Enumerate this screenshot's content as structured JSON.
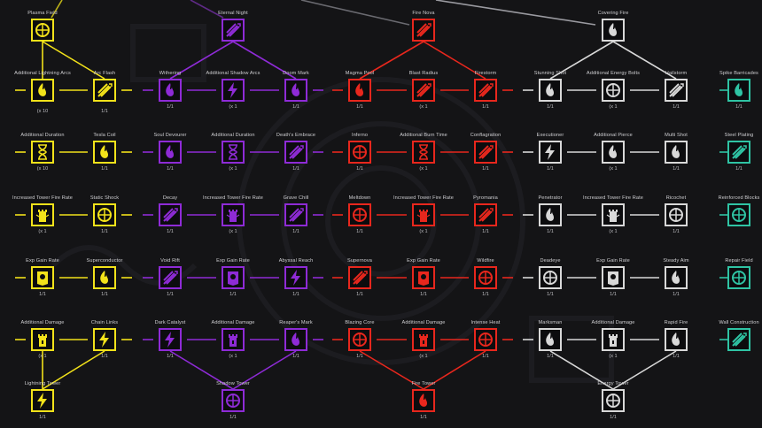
{
  "colors": {
    "yellow": "#f2e21a",
    "purple": "#8e2bd6",
    "red": "#e8271d",
    "white": "#d8d8d8",
    "teal": "#2fc4a4",
    "bg": "#141416"
  },
  "trees": [
    {
      "name": "lightning",
      "color": "yellow",
      "nodes": [
        {
          "id": "plasma-field",
          "label": "Plasma Field",
          "count": "",
          "icon": "plasma-field-icon"
        },
        {
          "id": "additional-lightning-arcs",
          "label": "Additional Lightning Arcs",
          "count": "",
          "icon": "lightning-arcs-icon"
        },
        {
          "id": "arc-flash",
          "label": "Arc Flash",
          "count": "",
          "icon": "arc-flash-icon"
        },
        {
          "id": "l-arcs-count",
          "label": "",
          "count": "(x 10",
          "icon": ""
        },
        {
          "id": "arc-flash-count",
          "label": "",
          "count": "1/1",
          "icon": ""
        },
        {
          "id": "additional-duration-l",
          "label": "Additional Duration",
          "count": "(x 10",
          "icon": "hourglass-icon"
        },
        {
          "id": "tesla-coil",
          "label": "Tesla Coil",
          "count": "1/1",
          "icon": "tesla-coil-icon"
        },
        {
          "id": "increased-tower-fire-rate-l",
          "label": "Increased Tower Fire Rate",
          "count": "(x 1",
          "icon": "tower-fire-rate-icon"
        },
        {
          "id": "static-shock",
          "label": "Static Shock",
          "count": "1/1",
          "icon": "static-shock-icon"
        },
        {
          "id": "exp-gain-rate-l",
          "label": "Exp Gain Rate",
          "count": "1/1",
          "icon": "exp-gain-icon"
        },
        {
          "id": "superconductor",
          "label": "Superconductor",
          "count": "1/1",
          "icon": "superconductor-icon"
        },
        {
          "id": "additional-damage-l",
          "label": "Additional Damage",
          "count": "(x 1",
          "icon": "damage-tower-icon"
        },
        {
          "id": "chain-links",
          "label": "Chain Links",
          "count": "1/1",
          "icon": "chain-links-icon"
        },
        {
          "id": "lightning-tower",
          "label": "Lightning Tower",
          "count": "1/1",
          "icon": "lightning-tower-icon"
        }
      ]
    },
    {
      "name": "shadow",
      "color": "purple",
      "nodes": [
        {
          "id": "eternal-night",
          "label": "Eternal Night",
          "count": "",
          "icon": "crescent-moon-icon"
        },
        {
          "id": "withering",
          "label": "Withering",
          "count": "1/1",
          "icon": "withering-rose-icon"
        },
        {
          "id": "additional-shadow-arcs",
          "label": "Additional Shadow Arcs",
          "count": "(x 1",
          "icon": "shadow-arcs-icon"
        },
        {
          "id": "doom-mark",
          "label": "Doom Mark",
          "count": "1/1",
          "icon": "skull-mark-icon"
        },
        {
          "id": "soul-devourer",
          "label": "Soul Devourer",
          "count": "1/1",
          "icon": "demon-face-icon"
        },
        {
          "id": "additional-duration-s",
          "label": "Additional Duration",
          "count": "(x 1",
          "icon": "hourglass-icon"
        },
        {
          "id": "deaths-embrace",
          "label": "Death's Embrace",
          "count": "1/1",
          "icon": "hooded-figure-icon"
        },
        {
          "id": "decay",
          "label": "Decay",
          "count": "1/1",
          "icon": "poison-bottle-icon"
        },
        {
          "id": "increased-tower-fire-rate-s",
          "label": "Increased Tower Fire Rate",
          "count": "(x 1",
          "icon": "tower-fire-rate-icon"
        },
        {
          "id": "grave-chill",
          "label": "Grave Chill",
          "count": "1/1",
          "icon": "tombstone-icon"
        },
        {
          "id": "void-rift",
          "label": "Void Rift",
          "count": "1/1",
          "icon": "void-star-icon"
        },
        {
          "id": "exp-gain-rate-s",
          "label": "Exp Gain Rate",
          "count": "1/1",
          "icon": "exp-gain-icon"
        },
        {
          "id": "abyssal-reach",
          "label": "Abyssal Reach",
          "count": "1/1",
          "icon": "abyssal-orb-icon"
        },
        {
          "id": "dark-catalyst",
          "label": "Dark Catalyst",
          "count": "1/1",
          "icon": "potion-sack-icon"
        },
        {
          "id": "additional-damage-s",
          "label": "Additional Damage",
          "count": "(x 1",
          "icon": "damage-tower-icon"
        },
        {
          "id": "reapers-mark",
          "label": "Reaper's Mark",
          "count": "1/1",
          "icon": "scythe-icon"
        },
        {
          "id": "shadow-tower",
          "label": "Shadow Tower",
          "count": "1/1",
          "icon": "shadow-tower-icon"
        }
      ]
    },
    {
      "name": "fire",
      "color": "red",
      "nodes": [
        {
          "id": "fire-nova",
          "label": "Fire Nova",
          "count": "",
          "icon": "fire-nova-icon"
        },
        {
          "id": "magma-pool",
          "label": "Magma Pool",
          "count": "1/1",
          "icon": "magma-pool-icon"
        },
        {
          "id": "blast-radius",
          "label": "Blast Radius",
          "count": "(x 1",
          "icon": "explosion-icon"
        },
        {
          "id": "firestorm",
          "label": "Firestorm",
          "count": "1/1",
          "icon": "firestorm-icon"
        },
        {
          "id": "inferno",
          "label": "Inferno",
          "count": "1/1",
          "icon": "inferno-ring-icon"
        },
        {
          "id": "additional-burn-time",
          "label": "Additional Burn Time",
          "count": "(x 1",
          "icon": "hourglass-icon"
        },
        {
          "id": "conflagration",
          "label": "Conflagration",
          "count": "1/1",
          "icon": "conflagration-icon"
        },
        {
          "id": "meltdown",
          "label": "Meltdown",
          "count": "1/1",
          "icon": "meltdown-icon"
        },
        {
          "id": "increased-tower-fire-rate-f",
          "label": "Increased Tower Fire Rate",
          "count": "(x 1",
          "icon": "tower-fire-rate-icon"
        },
        {
          "id": "pyromania",
          "label": "Pyromania",
          "count": "1/1",
          "icon": "pyromania-icon"
        },
        {
          "id": "supernova",
          "label": "Supernova",
          "count": "1/1",
          "icon": "supernova-icon"
        },
        {
          "id": "exp-gain-rate-f",
          "label": "Exp Gain Rate",
          "count": "1/1",
          "icon": "exp-gain-icon"
        },
        {
          "id": "wildfire",
          "label": "Wildfire",
          "count": "1/1",
          "icon": "wildfire-icon"
        },
        {
          "id": "blazing-core",
          "label": "Blazing Core",
          "count": "1/1",
          "icon": "blazing-core-icon"
        },
        {
          "id": "additional-damage-f",
          "label": "Additional Damage",
          "count": "(x 1",
          "icon": "damage-tower-icon"
        },
        {
          "id": "intense-heat",
          "label": "Intense Heat",
          "count": "1/1",
          "icon": "flame-shield-icon"
        },
        {
          "id": "fire-tower",
          "label": "Fire Tower",
          "count": "1/1",
          "icon": "fire-tower-icon"
        }
      ]
    },
    {
      "name": "energy",
      "color": "white",
      "nodes": [
        {
          "id": "covering-fire",
          "label": "Covering Fire",
          "count": "",
          "icon": "shield-icon"
        },
        {
          "id": "stunning-shot",
          "label": "Stunning Shot",
          "count": "1/1",
          "icon": "stun-burst-icon"
        },
        {
          "id": "additional-energy-bolts",
          "label": "Additional Energy Bolts",
          "count": "(x 1",
          "icon": "energy-bolts-icon"
        },
        {
          "id": "hailstorm",
          "label": "Hailstorm",
          "count": "1/1",
          "icon": "hailstorm-icon"
        },
        {
          "id": "executioner",
          "label": "Executioner",
          "count": "1/1",
          "icon": "executioner-icon"
        },
        {
          "id": "additional-pierce",
          "label": "Additional Pierce",
          "count": "(x 1",
          "icon": "pierce-icon"
        },
        {
          "id": "multi-shot",
          "label": "Multi Shot",
          "count": "1/1",
          "icon": "multi-shot-icon"
        },
        {
          "id": "penetrator",
          "label": "Penetrator",
          "count": "1/1",
          "icon": "penetrator-icon"
        },
        {
          "id": "increased-tower-fire-rate-e",
          "label": "Increased Tower Fire Rate",
          "count": "(x 1",
          "icon": "tower-fire-rate-icon"
        },
        {
          "id": "ricochet",
          "label": "Ricochet",
          "count": "1/1",
          "icon": "ricochet-icon"
        },
        {
          "id": "deadeye",
          "label": "Deadeye",
          "count": "1/1",
          "icon": "deadeye-mask-icon"
        },
        {
          "id": "exp-gain-rate-e",
          "label": "Exp Gain Rate",
          "count": "1/1",
          "icon": "exp-gain-icon"
        },
        {
          "id": "steady-aim",
          "label": "Steady Aim",
          "count": "1/1",
          "icon": "steady-aim-icon"
        },
        {
          "id": "marksman",
          "label": "Marksman",
          "count": "1/1",
          "icon": "crossed-arrows-icon"
        },
        {
          "id": "additional-damage-e",
          "label": "Additional Damage",
          "count": "(x 1",
          "icon": "damage-tower-icon"
        },
        {
          "id": "rapid-fire",
          "label": "Rapid Fire",
          "count": "1/1",
          "icon": "rapid-fire-icon"
        },
        {
          "id": "energy-tower",
          "label": "Energy Tower",
          "count": "1/1",
          "icon": "energy-tower-icon"
        }
      ]
    },
    {
      "name": "wall",
      "color": "teal",
      "nodes": [
        {
          "id": "spike-barricades",
          "label": "Spike Barricades",
          "count": "1/1",
          "icon": "spike-ring-icon"
        },
        {
          "id": "steel-plating",
          "label": "Steel Plating",
          "count": "1/1",
          "icon": "steel-plating-icon"
        },
        {
          "id": "reinforced-blocks",
          "label": "Reinforced Blocks",
          "count": "",
          "icon": "reinforced-cross-icon"
        },
        {
          "id": "repair-field",
          "label": "Repair Field",
          "count": "",
          "icon": "repair-heart-icon"
        },
        {
          "id": "wall-construction",
          "label": "Wall Construction",
          "count": "",
          "icon": "wall-construction-icon"
        }
      ]
    }
  ]
}
